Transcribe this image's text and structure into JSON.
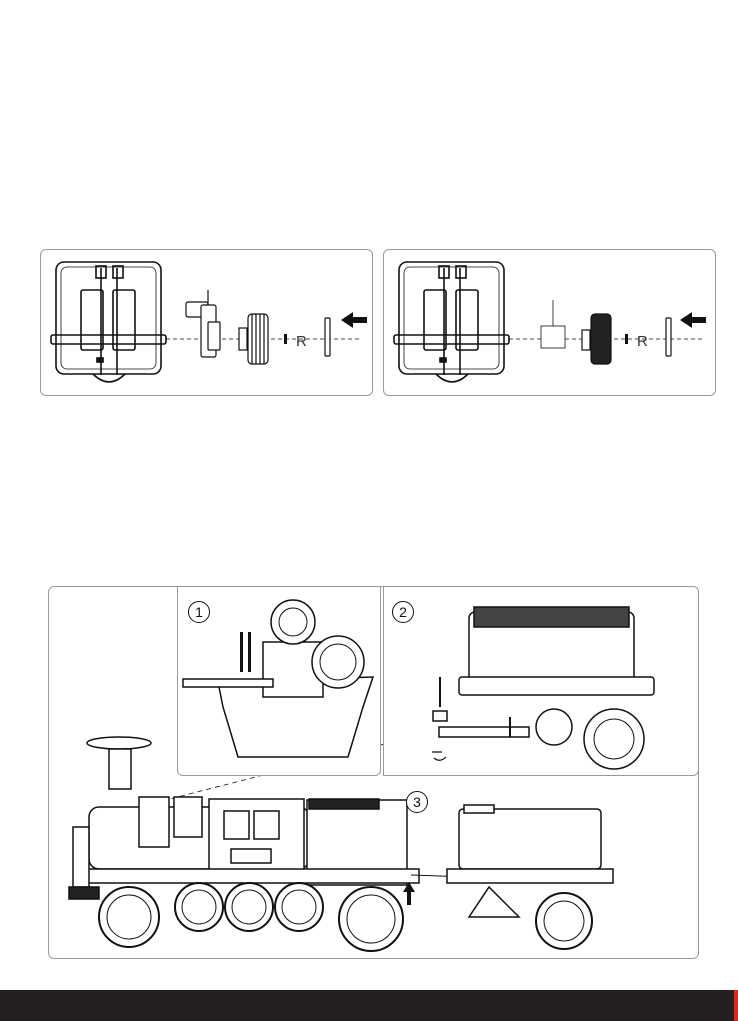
{
  "diagram_top": {
    "left_panel": {
      "axle_clip_label": "R"
    },
    "right_panel": {
      "axle_clip_label": "R"
    }
  },
  "diagram_bottom": {
    "steps": [
      {
        "number": "1"
      },
      {
        "number": "2"
      },
      {
        "number": "3"
      }
    ]
  },
  "colors": {
    "line": "#111111",
    "frame": "#9a9a9a",
    "footer": "#231f20",
    "accent": "#e1261c"
  }
}
